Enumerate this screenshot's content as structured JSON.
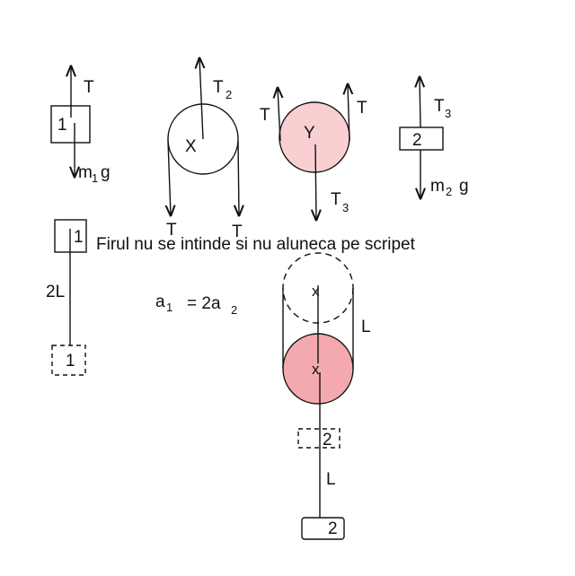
{
  "colors": {
    "ink": "#111111",
    "pulley_y_fill": "#f9cfd2",
    "moving_pulley_fill": "#f4a9ae",
    "paper": "#ffffff"
  },
  "fbd": {
    "block1": {
      "label": "1",
      "force_up": "T",
      "force_down_m": "m",
      "force_down_sub": "1",
      "force_down_g": "g"
    },
    "pulley_x": {
      "label": "X",
      "force_up": "T",
      "force_up_sub": "2",
      "force_left": "T",
      "force_right": "T"
    },
    "pulley_y": {
      "label": "Y",
      "force_left": "T",
      "force_right": "T",
      "force_down": "T",
      "force_down_sub": "3"
    },
    "block2": {
      "label": "2",
      "force_up": "T",
      "force_up_sub": "3",
      "force_down_m": "m",
      "force_down_sub": "2",
      "force_down_g": "g"
    }
  },
  "statement": "Firul nu se intinde si nu aluneca pe scripet",
  "kinematics": {
    "block1_start_label": "1",
    "block1_end_label": "1",
    "block1_distance": "2L",
    "relation": {
      "a": "a",
      "sub1": "1",
      "eq": "= 2a",
      "sub2": "2"
    },
    "pulley_start_label": "x",
    "pulley_end_label": "x",
    "pulley_distance": "L",
    "block2_start_label": "2",
    "block2_end_label": "2",
    "block2_distance": "L"
  }
}
